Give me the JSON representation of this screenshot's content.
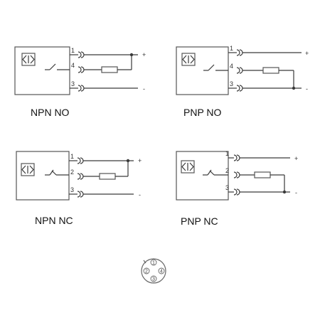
{
  "diagrams": [
    {
      "caption": "NPN  NO",
      "pins": [
        "1",
        "4",
        "3"
      ],
      "supply_positive": "+",
      "supply_negative": "-"
    },
    {
      "caption": "PNP  NO",
      "pins": [
        "1",
        "4",
        "3"
      ],
      "supply_positive": "+",
      "supply_negative": "-"
    },
    {
      "caption": "NPN  NC",
      "pins": [
        "1",
        "2",
        "3"
      ],
      "supply_positive": "+",
      "supply_negative": "-"
    },
    {
      "caption": "PNP  NC",
      "pins": [
        "1",
        "2",
        "3"
      ],
      "supply_positive": "+",
      "supply_negative": "-"
    }
  ],
  "connector": {
    "pins": [
      "1",
      "2",
      "3",
      "4"
    ]
  }
}
